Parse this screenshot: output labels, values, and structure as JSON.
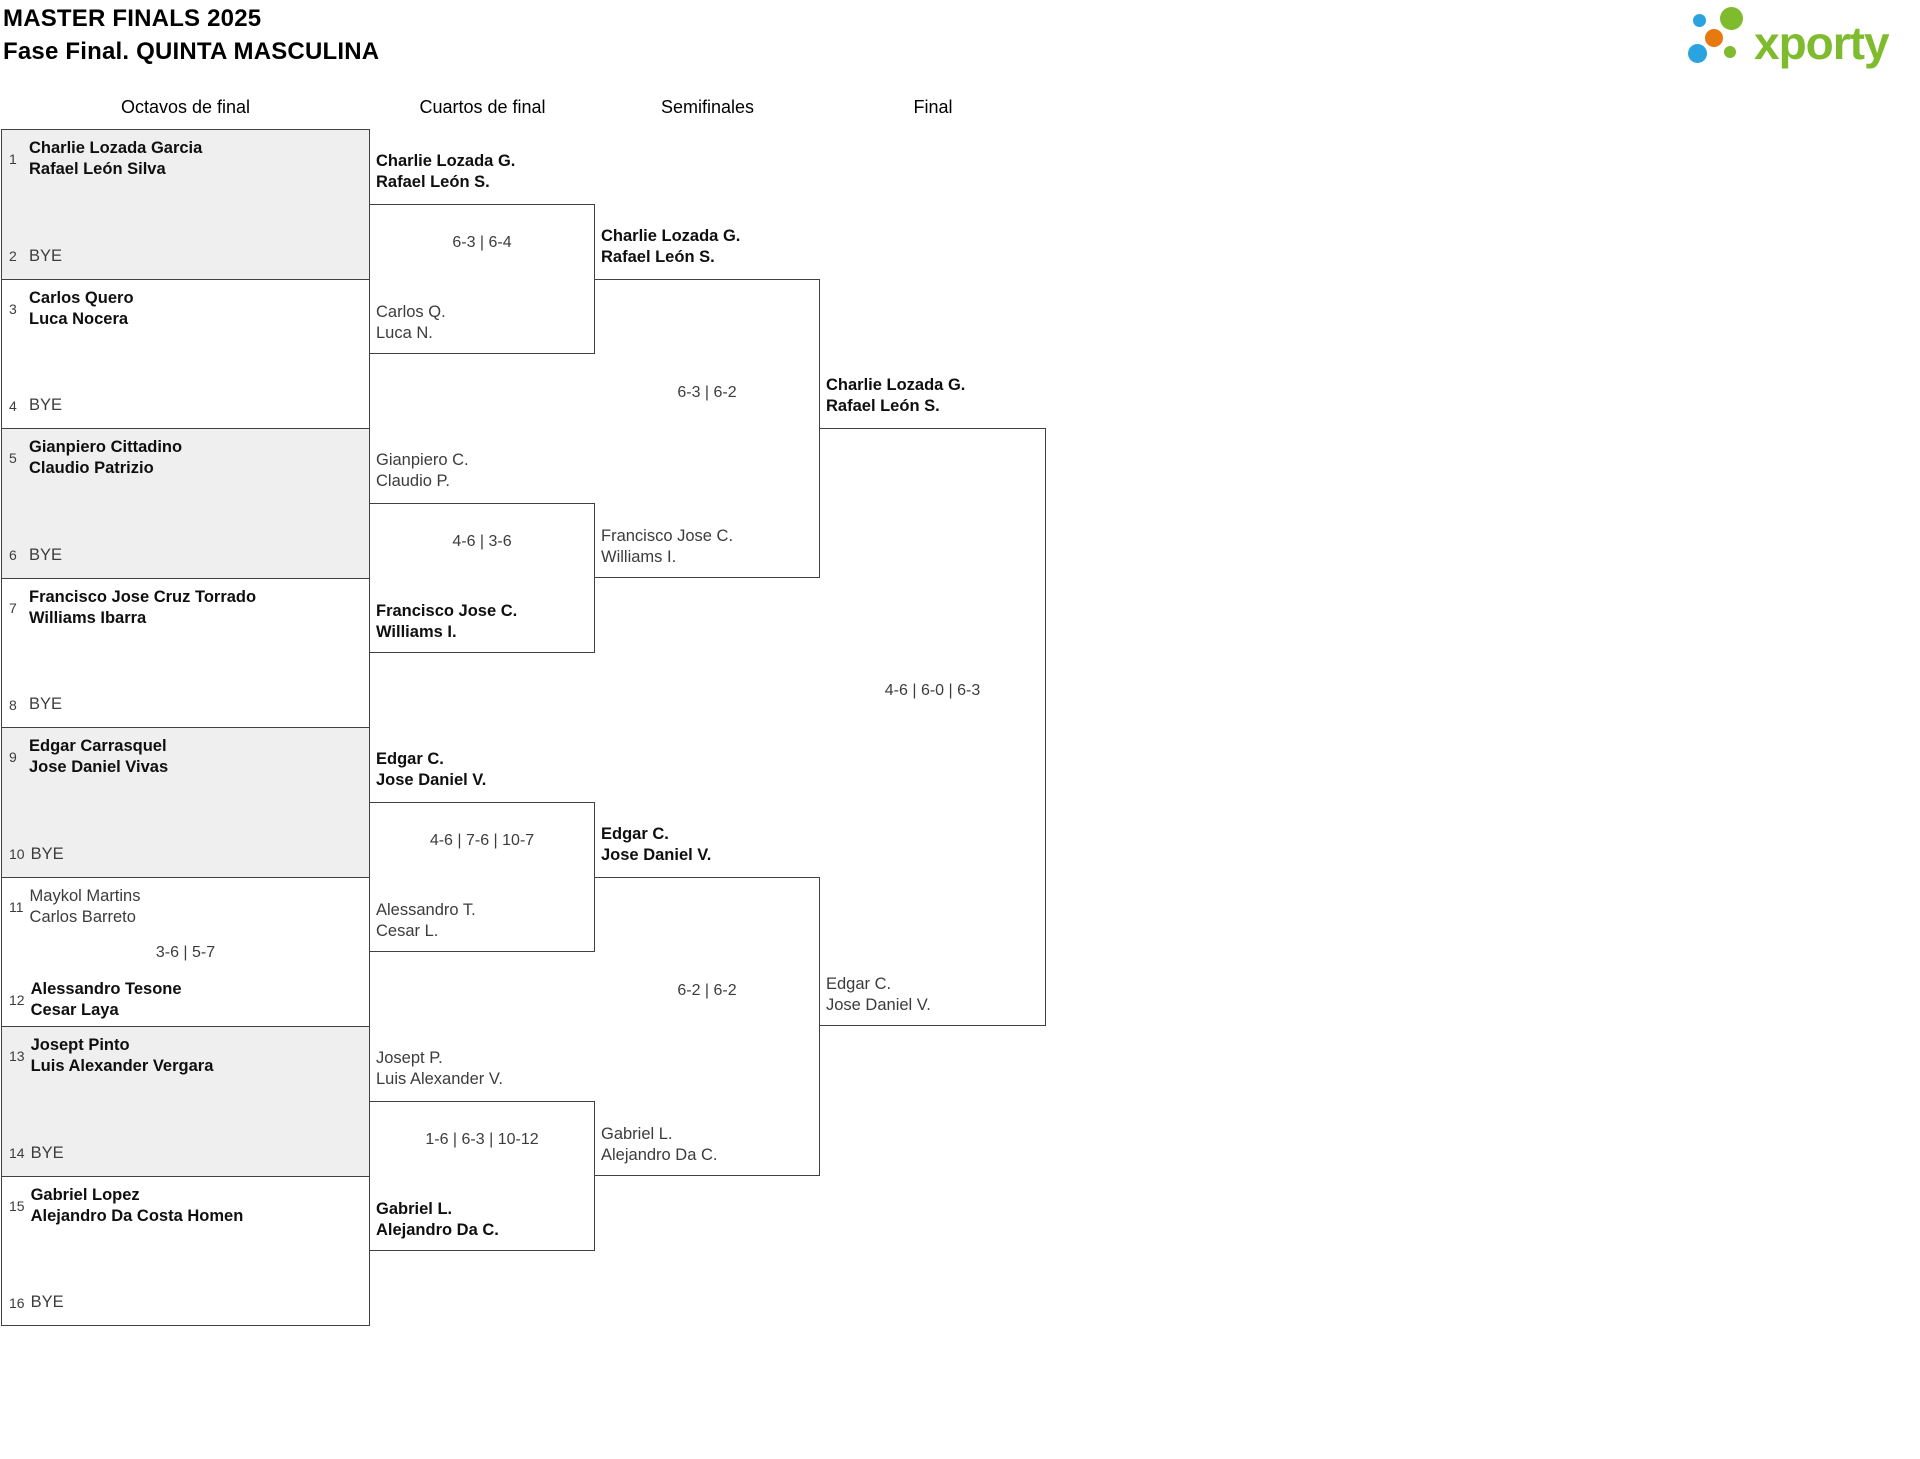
{
  "header": {
    "title_line1": "MASTER FINALS 2025",
    "title_line2": "Fase Final. QUINTA MASCULINA",
    "logo_text": "xporty"
  },
  "colors": {
    "brand_green": "#7ebc2d",
    "brand_blue": "#2aa3e0",
    "brand_orange": "#e8790f",
    "box_shade": "#efefef",
    "border": "#414141"
  },
  "round_labels": [
    "Octavos de final",
    "Cuartos de final",
    "Semifinales",
    "Final"
  ],
  "r16": [
    {
      "seed_top": "1",
      "top": [
        "Charlie Lozada Garcia",
        "Rafael León Silva"
      ],
      "top_winner": true,
      "score": "",
      "seed_bottom": "2",
      "bottom": [
        "BYE"
      ],
      "bottom_winner": false
    },
    {
      "seed_top": "3",
      "top": [
        "Carlos Quero",
        "Luca Nocera"
      ],
      "top_winner": true,
      "score": "",
      "seed_bottom": "4",
      "bottom": [
        "BYE"
      ],
      "bottom_winner": false
    },
    {
      "seed_top": "5",
      "top": [
        "Gianpiero Cittadino",
        "Claudio Patrizio"
      ],
      "top_winner": true,
      "score": "",
      "seed_bottom": "6",
      "bottom": [
        "BYE"
      ],
      "bottom_winner": false
    },
    {
      "seed_top": "7",
      "top": [
        "Francisco Jose Cruz Torrado",
        "Williams Ibarra"
      ],
      "top_winner": true,
      "score": "",
      "seed_bottom": "8",
      "bottom": [
        "BYE"
      ],
      "bottom_winner": false
    },
    {
      "seed_top": "9",
      "top": [
        "Edgar Carrasquel",
        "Jose Daniel Vivas"
      ],
      "top_winner": true,
      "score": "",
      "seed_bottom": "10",
      "bottom": [
        "BYE"
      ],
      "bottom_winner": false
    },
    {
      "seed_top": "11",
      "top": [
        "Maykol Martins",
        "Carlos Barreto"
      ],
      "top_winner": false,
      "score": "3-6 | 5-7",
      "seed_bottom": "12",
      "bottom": [
        "Alessandro Tesone",
        "Cesar Laya"
      ],
      "bottom_winner": true
    },
    {
      "seed_top": "13",
      "top": [
        "Josept Pinto",
        "Luis Alexander Vergara"
      ],
      "top_winner": true,
      "score": "",
      "seed_bottom": "14",
      "bottom": [
        "BYE"
      ],
      "bottom_winner": false
    },
    {
      "seed_top": "15",
      "top": [
        "Gabriel Lopez",
        "Alejandro Da Costa Homen"
      ],
      "top_winner": true,
      "score": "",
      "seed_bottom": "16",
      "bottom": [
        "BYE"
      ],
      "bottom_winner": false
    }
  ],
  "qf": [
    {
      "top": [
        "Charlie Lozada G.",
        "Rafael León S."
      ],
      "top_winner": true,
      "score": "6-3 | 6-4",
      "bottom": [
        "Carlos Q.",
        "Luca N."
      ],
      "bottom_winner": false
    },
    {
      "top": [
        "Gianpiero C.",
        "Claudio P."
      ],
      "top_winner": false,
      "score": "4-6 | 3-6",
      "bottom": [
        "Francisco Jose C.",
        "Williams I."
      ],
      "bottom_winner": true
    },
    {
      "top": [
        "Edgar C.",
        "Jose Daniel V."
      ],
      "top_winner": true,
      "score": "4-6 | 7-6 | 10-7",
      "bottom": [
        "Alessandro T.",
        "Cesar L."
      ],
      "bottom_winner": false
    },
    {
      "top": [
        "Josept P.",
        "Luis Alexander V."
      ],
      "top_winner": false,
      "score": "1-6 | 6-3 | 10-12",
      "bottom": [
        "Gabriel L.",
        "Alejandro Da C."
      ],
      "bottom_winner": true
    }
  ],
  "sf": [
    {
      "top": [
        "Charlie Lozada G.",
        "Rafael León S."
      ],
      "top_winner": true,
      "score": "6-3 | 6-2",
      "bottom": [
        "Francisco Jose C.",
        "Williams I."
      ],
      "bottom_winner": false
    },
    {
      "top": [
        "Edgar C.",
        "Jose Daniel V."
      ],
      "top_winner": true,
      "score": "6-2 | 6-2",
      "bottom": [
        "Gabriel L.",
        "Alejandro Da C."
      ],
      "bottom_winner": false
    }
  ],
  "final": [
    {
      "top": [
        "Charlie Lozada G.",
        "Rafael León S."
      ],
      "top_winner": true,
      "score": "4-6 | 6-0 | 6-3",
      "bottom": [
        "Edgar C.",
        "Jose Daniel V."
      ],
      "bottom_winner": false
    }
  ]
}
